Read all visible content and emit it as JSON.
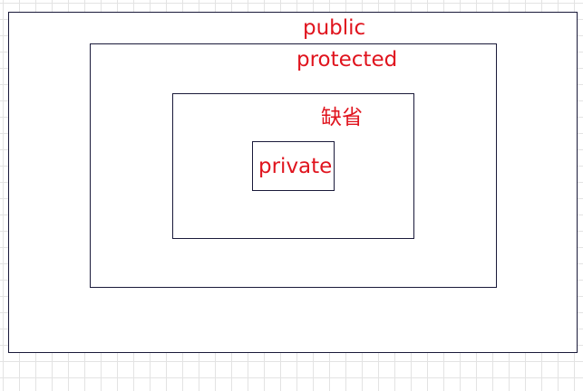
{
  "diagram": {
    "scopes": [
      {
        "id": "public",
        "label": "public"
      },
      {
        "id": "protected",
        "label": "protected"
      },
      {
        "id": "default",
        "label": "缺省"
      },
      {
        "id": "private",
        "label": "private"
      }
    ],
    "colors": {
      "label": "#e0141e",
      "border": "#1a1a3a",
      "grid": "#e3e3e3",
      "background": "#ffffff"
    }
  }
}
